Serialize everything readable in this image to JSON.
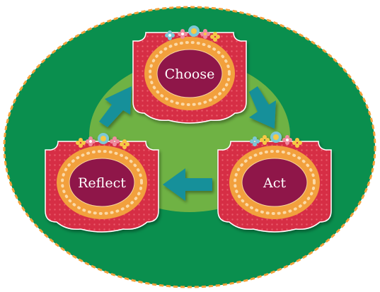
{
  "diagram": {
    "nodes": [
      {
        "id": "choose",
        "label": "Choose"
      },
      {
        "id": "act",
        "label": "Act"
      },
      {
        "id": "reflect",
        "label": "Reflect"
      }
    ],
    "edges": [
      {
        "from": "choose",
        "to": "act"
      },
      {
        "from": "act",
        "to": "reflect"
      },
      {
        "from": "reflect",
        "to": "choose"
      }
    ],
    "colors": {
      "outer_ellipse": "#0a8f4e",
      "outer_border_dash": "#f4a23a",
      "inner_ellipse": "#6fb244",
      "badge_red": "#d62f45",
      "badge_dots": "#e9596a",
      "ring_orange": "#f2a03c",
      "ring_dots": "#fbd9a6",
      "center_maroon": "#8f1748",
      "arrow_teal": "#13909a",
      "flower_blue": "#7cc8d6",
      "flower_pink": "#f08ca0",
      "flower_yellow": "#f6c944"
    }
  }
}
